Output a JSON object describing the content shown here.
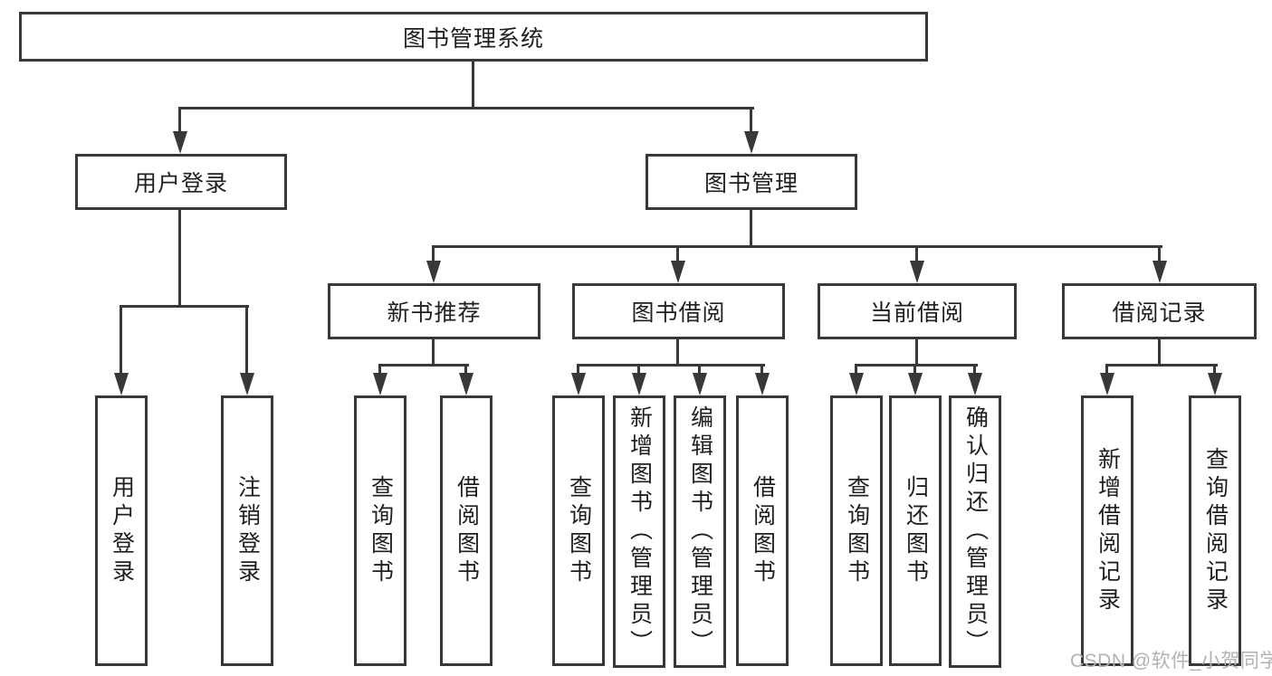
{
  "nodes": {
    "root": "图书管理系统",
    "level2": {
      "user_login": "用户登录",
      "book_mgmt": "图书管理"
    },
    "level3": {
      "new_book": "新书推荐",
      "book_borrow": "图书借阅",
      "current_borrow": "当前借阅",
      "borrow_record": "借阅记录"
    },
    "leaves": {
      "user_login": [
        "用户登录",
        "注销登录"
      ],
      "new_book": [
        "查询图书",
        "借阅图书"
      ],
      "book_borrow": [
        "查询图书",
        "新增图书（管理员）",
        "编辑图书（管理员）",
        "借阅图书"
      ],
      "current_borrow": [
        "查询图书",
        "归还图书",
        "确认归还（管理员）"
      ],
      "borrow_record": [
        "新增借阅记录",
        "查询借阅记录"
      ]
    }
  },
  "watermark": "CSDN @软件_小贺同学",
  "colors": {
    "line": "#383838",
    "text": "#1f1f1f",
    "box_bg": "#ffffff",
    "watermark": "#b2b2b2",
    "background": "#ffffff"
  }
}
